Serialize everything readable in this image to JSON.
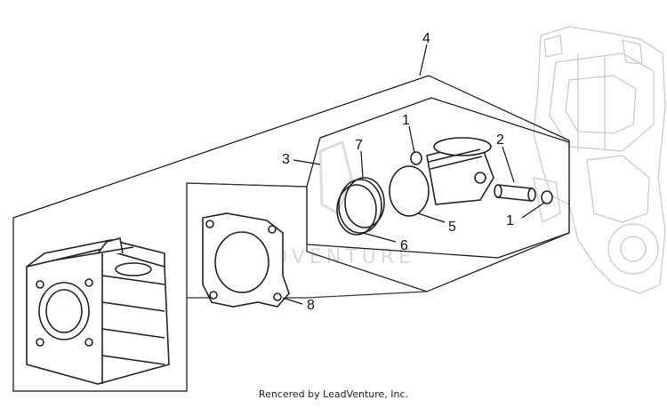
{
  "diagram": {
    "watermark_text": "LEADVENTURE",
    "callouts": {
      "c1a": "1",
      "c1b": "1",
      "c2": "2",
      "c3": "3",
      "c4": "4",
      "c5": "5",
      "c6": "6",
      "c7": "7",
      "c8": "8"
    }
  },
  "footer": {
    "credit": "Rencered by LeadVenture, Inc."
  }
}
